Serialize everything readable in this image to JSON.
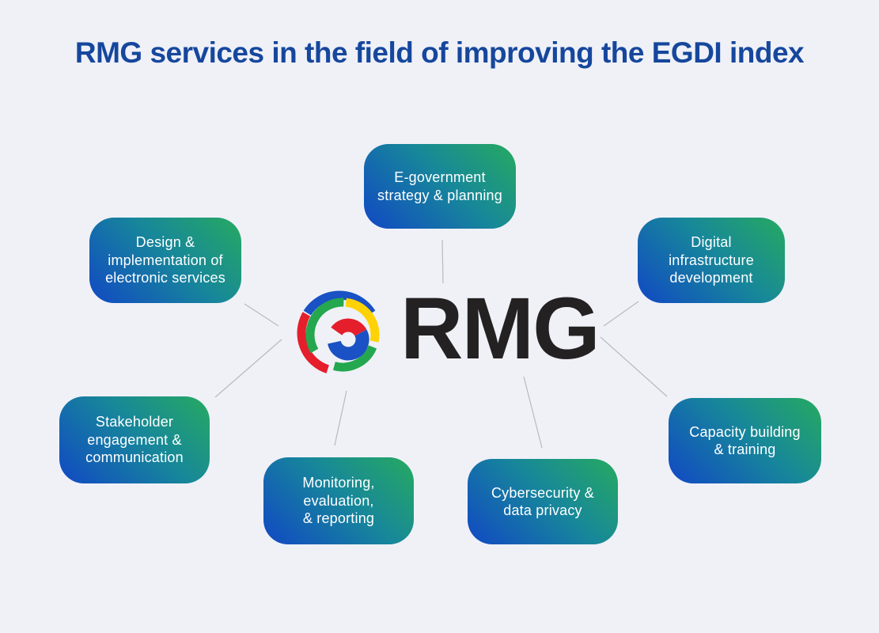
{
  "title": "RMG services in the field of improving the EGDI index",
  "theme": {
    "background": "#eff1f7",
    "title_color": "#16479d",
    "box_gradient_start": "#1148c4",
    "box_gradient_end": "#26aa60",
    "box_text_color": "#ffffff",
    "connector_color": "#b7bac0"
  },
  "logo": {
    "text": "RMG",
    "text_color": "#242122",
    "arc_colors": {
      "red": "#e51e2c",
      "blue": "#1a51c4",
      "yellow": "#ffd205",
      "green": "#24a74e"
    }
  },
  "services": [
    {
      "name": "e-government-strategy-planning",
      "label": "E-government\nstrategy & planning"
    },
    {
      "name": "design-implementation-electronic-services",
      "label": "Design &\nimplementation of\nelectronic services"
    },
    {
      "name": "digital-infrastructure-development",
      "label": "Digital\ninfrastructure\ndevelopment"
    },
    {
      "name": "stakeholder-engagement-communication",
      "label": "Stakeholder\nengagement &\ncommunication"
    },
    {
      "name": "monitoring-evaluation-reporting",
      "label": "Monitoring,\nevaluation,\n& reporting"
    },
    {
      "name": "cybersecurity-data-privacy",
      "label": "Cybersecurity &\ndata privacy"
    },
    {
      "name": "capacity-building-training",
      "label": "Capacity building\n& training"
    }
  ]
}
